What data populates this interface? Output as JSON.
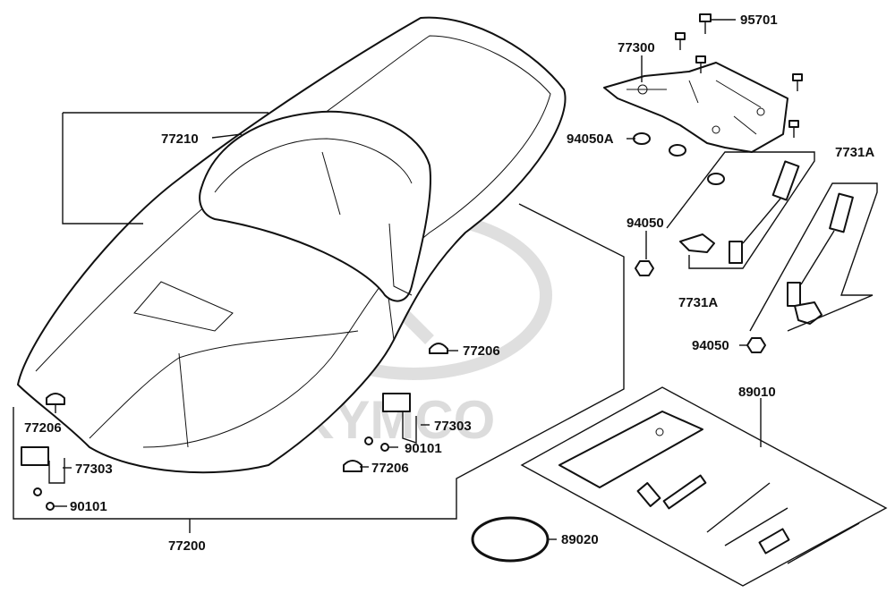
{
  "watermark": "KYMCO",
  "labels": {
    "l95701": "95701",
    "l77300": "77300",
    "l94050A": "94050A",
    "l7731A_top": "7731A",
    "l94050_a": "94050",
    "l7731A_mid": "7731A",
    "l94050_b": "94050",
    "l77210": "77210",
    "l77206_a": "77206",
    "l77206_b": "77206",
    "l77206_c": "77206",
    "l77303_a": "77303",
    "l77303_b": "77303",
    "l90101_a": "90101",
    "l90101_b": "90101",
    "l77200": "77200",
    "l89010": "89010",
    "l89020": "89020"
  }
}
